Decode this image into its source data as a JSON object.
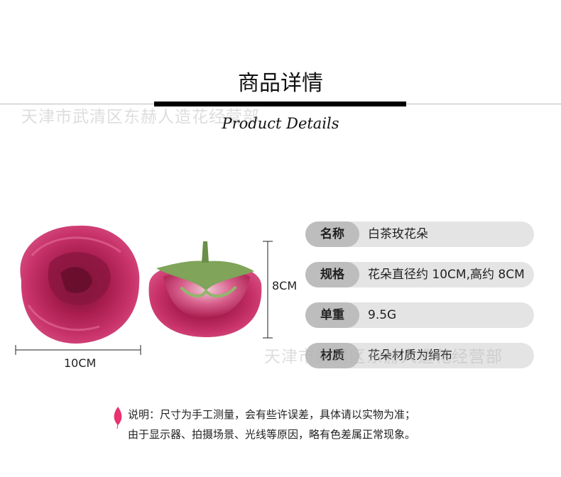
{
  "header": {
    "title": "商品详情",
    "subtitle": "Product Details"
  },
  "watermark": "天津市武清区东赫人造花经营部",
  "product": {
    "dimensions": {
      "width_label": "10CM",
      "height_label": "8CM"
    },
    "specs": [
      {
        "label": "名称",
        "value": "白茶玫花朵"
      },
      {
        "label": "规格",
        "value": "花朵直径约 10CM,高约 8CM"
      },
      {
        "label": "单重",
        "value": "9.5G"
      },
      {
        "label": "材质",
        "value": "花朵材质为绢布"
      }
    ]
  },
  "note": {
    "icon": "leaf-icon",
    "line1": "说明：尺寸为手工测量，会有些许误差，具体请以实物为准；",
    "line2": "由于显示器、拍摄场景、光线等原因，略有色差属正常现象。"
  },
  "colors": {
    "accent": "#e8336e",
    "rose": "#b8245a",
    "pill_bg": "#e4e4e4",
    "pill_label_bg": "#bdbdbd"
  }
}
